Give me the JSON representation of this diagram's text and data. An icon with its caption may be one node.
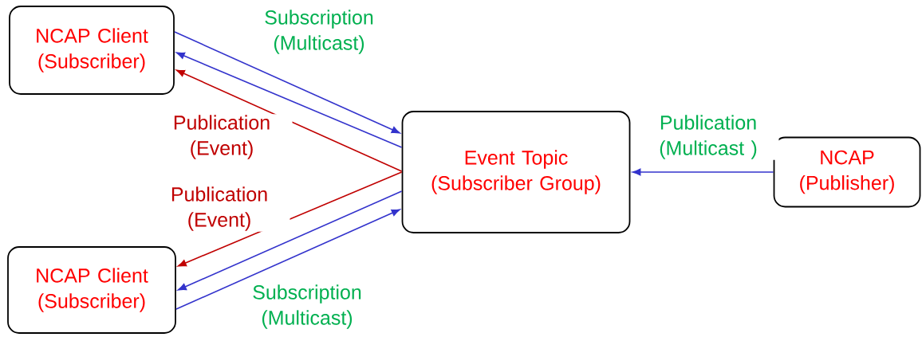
{
  "diagram": {
    "nodes": [
      {
        "text": [
          "NCAP Client (Subscriber)"
        ]
      },
      {
        "text": [
          "Event Topic (Subscriber Group)"
        ]
      },
      {
        "text": [
          "NCAP (Publisher)"
        ]
      },
      {
        "text": [
          "NCAP Client (Subscriber)"
        ]
      }
    ],
    "edges": [
      {
        "from": 0,
        "to": 1,
        "arrow": "to",
        "label": "Subscription (Multicast)"
      },
      {
        "from": 1,
        "to": 0,
        "arrow": "to"
      },
      {
        "from": 1,
        "to": 0,
        "arrow": "to",
        "color": "#c00000",
        "label": "Publication (Event)"
      },
      {
        "from": 1,
        "to": 3,
        "arrow": "to",
        "color": "#c00000",
        "label": "Publication (Event)"
      },
      {
        "from": 1,
        "to": 3,
        "arrow": "to"
      },
      {
        "from": 3,
        "to": 1,
        "arrow": "to",
        "label": "Subscription (Multicast)"
      },
      {
        "from": 2,
        "to": 1,
        "arrow": "to",
        "label": "Publication (Multicast )"
      }
    ]
  }
}
